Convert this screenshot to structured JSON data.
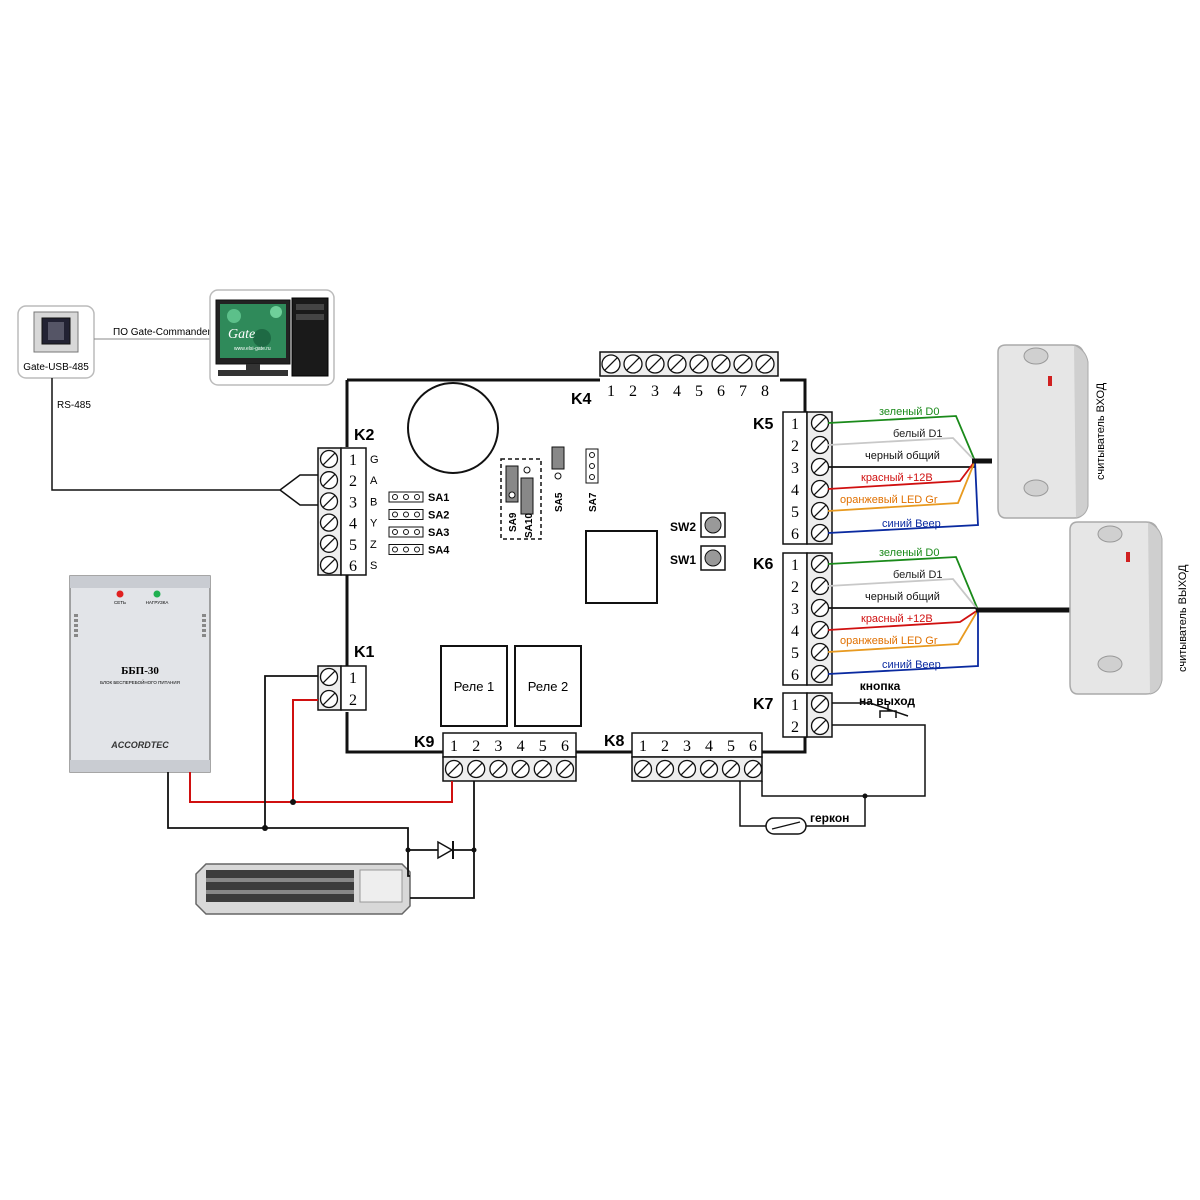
{
  "devices": {
    "usb_converter": {
      "label": "Gate-USB-485"
    },
    "software_link": {
      "label": "ПО Gate-Commander"
    },
    "rs485_link": {
      "label": "RS-485"
    },
    "pc_screen": {
      "logo": "Gate",
      "url": "www.elsi-gate.ru"
    },
    "psu": {
      "title": "ББП-30",
      "subtitle": "БЛОК БЕСПЕРЕБОЙНОГО ПИТАНИЯ",
      "brand": "ACCORDTEC",
      "led1": "СЕТЬ",
      "led2": "НАГРУЗКА"
    },
    "reader_in": {
      "label": "считыватель ВХОД"
    },
    "reader_out": {
      "label": "считыватель ВЫХОД"
    },
    "exit_button": {
      "label_line1": "кнопка",
      "label_line2": "на выход"
    },
    "reed_switch": {
      "label": "геркон"
    }
  },
  "board": {
    "k4": {
      "name": "K4",
      "pins": [
        "1",
        "2",
        "3",
        "4",
        "5",
        "6",
        "7",
        "8"
      ]
    },
    "k2": {
      "name": "K2",
      "pins": [
        "1",
        "2",
        "3",
        "4",
        "5",
        "6"
      ],
      "signals": [
        "G",
        "A",
        "B",
        "Y",
        "Z",
        "S"
      ]
    },
    "k1": {
      "name": "K1",
      "pins": [
        "1",
        "2"
      ]
    },
    "k5": {
      "name": "K5",
      "pins": [
        "1",
        "2",
        "3",
        "4",
        "5",
        "6"
      ]
    },
    "k6": {
      "name": "K6",
      "pins": [
        "1",
        "2",
        "3",
        "4",
        "5",
        "6"
      ]
    },
    "k7": {
      "name": "K7",
      "pins": [
        "1",
        "2"
      ]
    },
    "k8": {
      "name": "K8",
      "pins": [
        "1",
        "2",
        "3",
        "4",
        "5",
        "6"
      ]
    },
    "k9": {
      "name": "K9",
      "pins": [
        "1",
        "2",
        "3",
        "4",
        "5",
        "6"
      ]
    },
    "jumpers_sa": [
      "SA1",
      "SA2",
      "SA3",
      "SA4"
    ],
    "sa9": "SA9",
    "sa10": "SA10",
    "sa5": "SA5",
    "sa7": "SA7",
    "sw2": "SW2",
    "sw1": "SW1",
    "relay1": "Реле 1",
    "relay2": "Реле 2"
  },
  "reader_wires": [
    {
      "label": "зеленый D0",
      "color": "#1a8a1a"
    },
    {
      "label": "белый D1",
      "color": "#222222"
    },
    {
      "label": "черный общий",
      "color": "#111111"
    },
    {
      "label": "красный +12В",
      "color": "#d01010"
    },
    {
      "label": "оранжевый LED Gr",
      "color": "#e07000"
    },
    {
      "label": "синий Beep",
      "color": "#0a2aa0"
    }
  ],
  "wire_colors": {
    "green": "#1a8a1a",
    "white": "#c8c8c8",
    "black": "#111111",
    "red": "#d01010",
    "orange": "#e89a20",
    "blue": "#0a2aa0"
  }
}
